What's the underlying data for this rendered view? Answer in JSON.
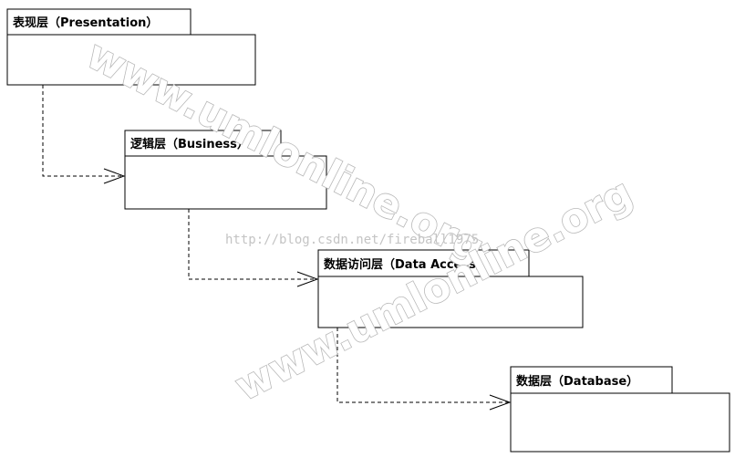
{
  "diagram": {
    "packages": [
      {
        "id": "presentation",
        "label": "表现层（Presentation）"
      },
      {
        "id": "business",
        "label": "逻辑层（Business）"
      },
      {
        "id": "data-access",
        "label": "数据访问层（Data Access）"
      },
      {
        "id": "database",
        "label": "数据层（Database）"
      }
    ],
    "dependencies": [
      {
        "from": "presentation",
        "to": "business",
        "style": "dashed-open-arrow"
      },
      {
        "from": "business",
        "to": "data-access",
        "style": "dashed-open-arrow"
      },
      {
        "from": "data-access",
        "to": "database",
        "style": "dashed-open-arrow"
      }
    ]
  },
  "watermarks": {
    "logo_text": "www.umlonline.org",
    "url_text": "http://blog.csdn.net/fireball1975"
  },
  "colors": {
    "line": "#000000",
    "background": "#ffffff",
    "watermark_stroke": "#b8b8b8"
  }
}
